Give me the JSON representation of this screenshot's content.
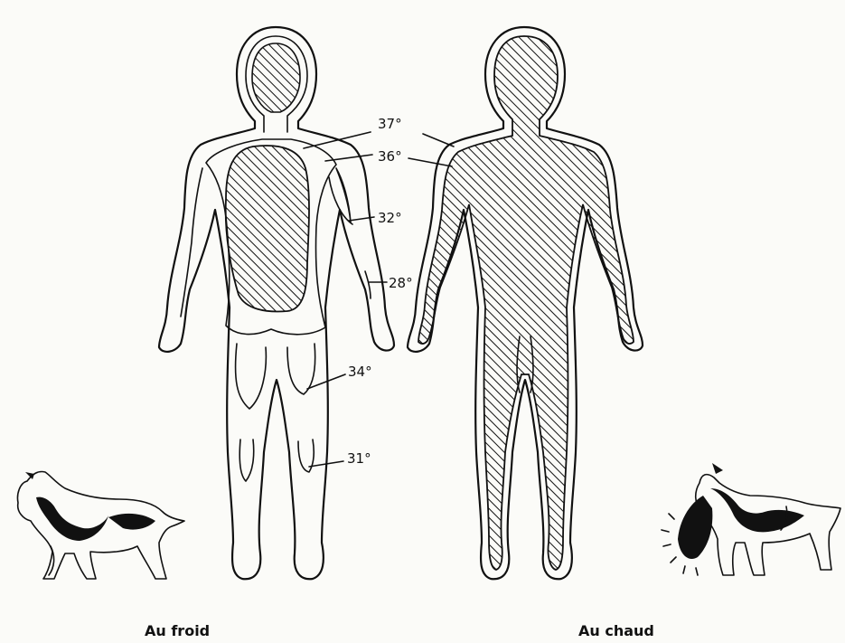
{
  "figure": {
    "caption_left": "Au froid",
    "caption_right": "Au chaud",
    "temperatures": {
      "t37": "37°",
      "t36": "36°",
      "t32": "32°",
      "t28": "28°",
      "t34": "34°",
      "t31": "31°"
    }
  },
  "colors": {
    "ink": "#111111",
    "paper": "#fbfbf8"
  }
}
